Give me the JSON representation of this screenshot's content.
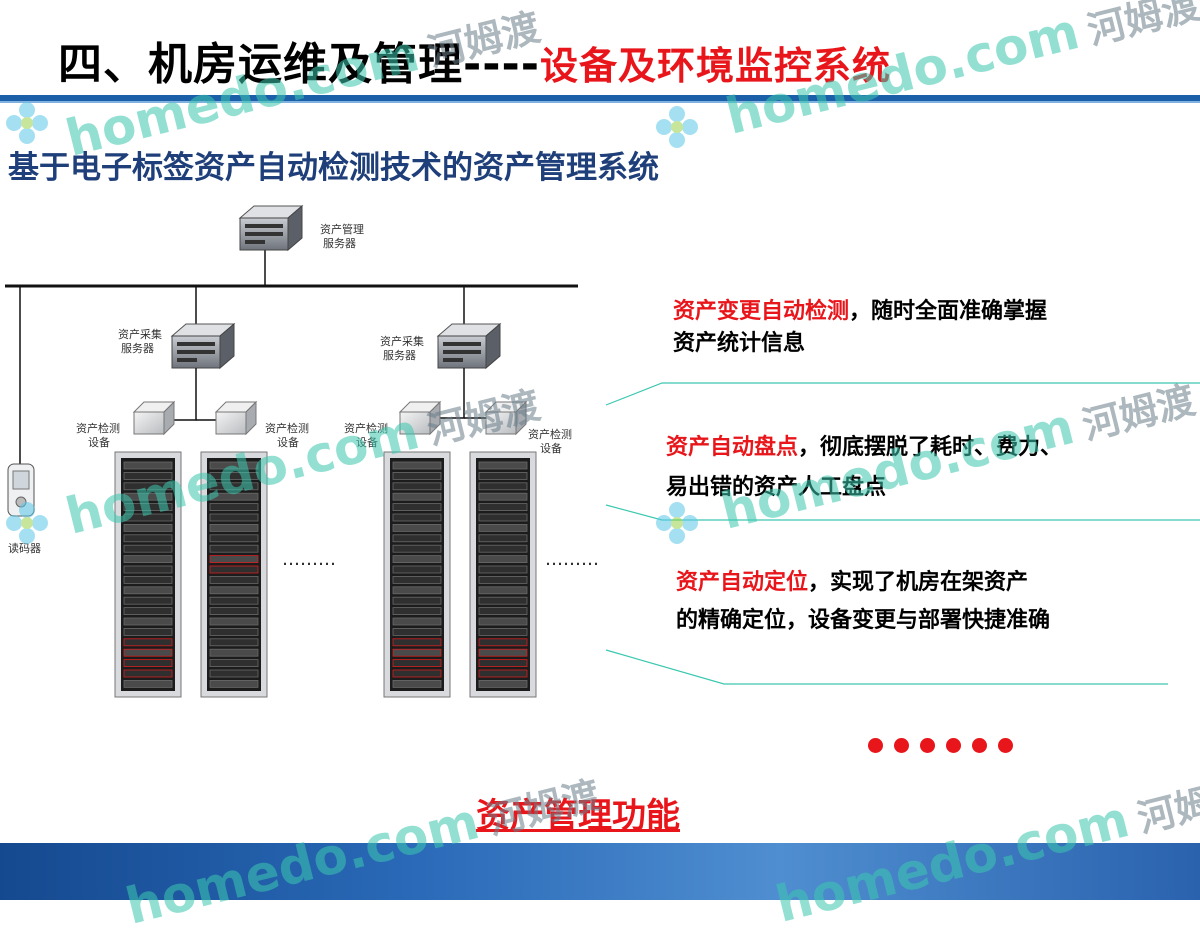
{
  "title": {
    "black": "四、机房运维及管理----",
    "red": "设备及环境监控系统"
  },
  "subtitle": "基于电子标签资产自动检测技术的资产管理系统",
  "diagram": {
    "server_top_label": [
      "资产管理",
      "服务器"
    ],
    "collector_label": [
      "资产采集",
      "服务器"
    ],
    "detector_label": [
      "资产检测",
      "设备"
    ],
    "reader_label": "读码器",
    "ellipsis": "………"
  },
  "features": [
    {
      "highlight": "资产变更自动检测",
      "text": "，随时全面准确掌握",
      "line2": "资产统计信息"
    },
    {
      "highlight": "资产自动盘点",
      "text": "，彻底摆脱了耗时、费力、",
      "line2": "易出错的资产人工盘点"
    },
    {
      "highlight": "资产自动定位",
      "text": "，实现了机房在架资产",
      "line2": "的精确定位，设备变更与部署快捷准确"
    }
  ],
  "more_dots": "● ● ● ● ● ●",
  "caption": "资产管理功能",
  "watermark": {
    "latin": "homedo.com",
    "cn": "河姆渡"
  },
  "colors": {
    "accent_red": "#e8161b",
    "title_blue": "#1f3f7a",
    "bar_blue": "#1b5fa8",
    "teal": "#3cc8b0"
  }
}
